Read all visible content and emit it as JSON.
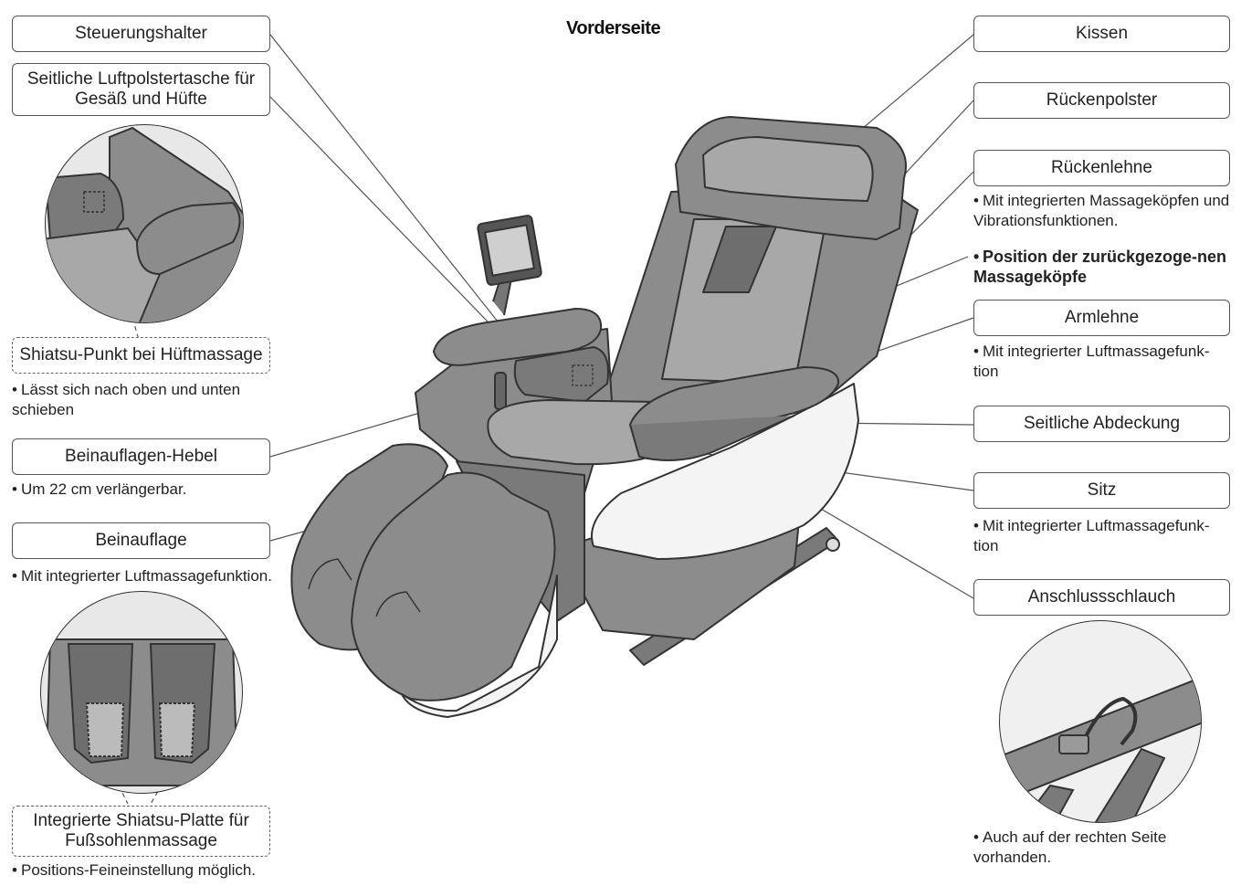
{
  "title": "Vorderseite",
  "labels": {
    "steuerungshalter": "Steuerungshalter",
    "luftpolster": "Seitliche Luftpolstertasche für Gesäß und Hüfte",
    "shiatsu_hueft": "Shiatsu-Punkt bei Hüftmassage",
    "beinauflagen_hebel": "Beinauflagen-Hebel",
    "beinauflage": "Beinauflage",
    "shiatsu_platte": "Integrierte Shiatsu-Platte für Fußsohlenmassage",
    "kissen": "Kissen",
    "rueckenpolster": "Rückenpolster",
    "rueckenlehne": "Rückenlehne",
    "armlehne": "Armlehne",
    "seitliche_abdeckung": "Seitliche Abdeckung",
    "sitz": "Sitz",
    "anschlussschlauch": "Anschlussschlauch"
  },
  "notes": {
    "shiatsu_hueft": "Lässt sich nach oben und unten schieben",
    "beinauflagen_hebel": "Um 22 cm verlängerbar.",
    "beinauflage": "Mit integrierter Luftmassagefunktion.",
    "shiatsu_platte": "Positions-Feineinstellung möglich.",
    "rueckenlehne": "Mit integrierten Massageköpfen und Vibrationsfunktionen.",
    "position": "Position der zurückgezoge-nen Massageköpfe",
    "armlehne": "Mit integrierter Luftmassagefunk-tion",
    "sitz": "Mit integrierter Luftmassagefunk-tion",
    "anschlussschlauch": "Auch auf der rechten Seite vorhanden."
  },
  "bullet": "•",
  "colors": {
    "chair_fill": "#8c8c8c",
    "chair_dark": "#5e5e5e",
    "chair_light": "#a8a8a8",
    "outline": "#333333",
    "leader": "#555555"
  }
}
